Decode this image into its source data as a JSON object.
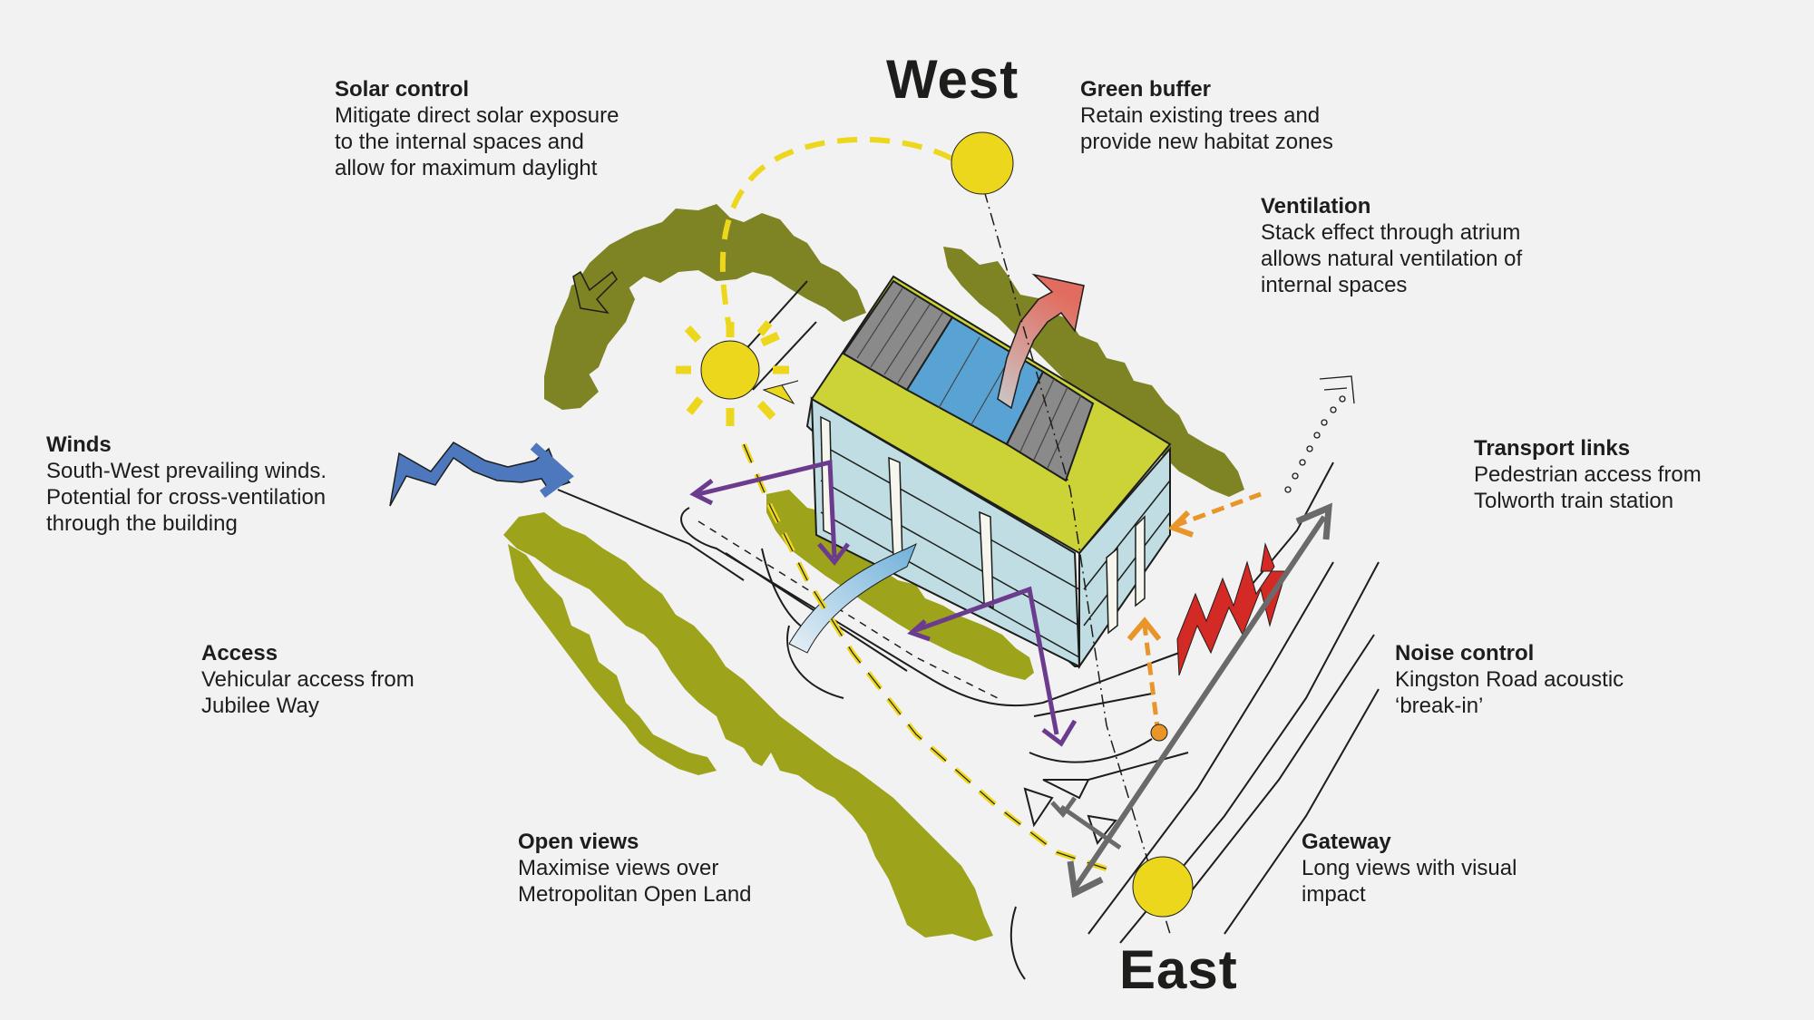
{
  "compass": {
    "west": "West",
    "east": "East"
  },
  "annotations": {
    "solar_control": {
      "title": "Solar control",
      "text": "Mitigate direct solar exposure\nto the internal spaces and\nallow for maximum daylight"
    },
    "green_buffer": {
      "title": "Green buffer",
      "text": "Retain existing trees and\nprovide new habitat zones"
    },
    "ventilation": {
      "title": "Ventilation",
      "text": "Stack effect through atrium\nallows natural ventilation of\ninternal spaces"
    },
    "winds": {
      "title": "Winds",
      "text": "South-West prevailing winds.\nPotential for cross-ventilation\nthrough the building"
    },
    "transport_links": {
      "title": "Transport links",
      "text": "Pedestrian access from\nTolworth train station"
    },
    "access": {
      "title": "Access",
      "text": "Vehicular access from\nJubilee Way"
    },
    "noise_control": {
      "title": "Noise control",
      "text": "Kingston Road acoustic\n‘break-in’"
    },
    "open_views": {
      "title": "Open views",
      "text": "Maximise views over\nMetropolitan Open Land"
    },
    "gateway": {
      "title": "Gateway",
      "text": "Long views with visual\nimpact"
    }
  },
  "colors": {
    "background": "#f2f2f2",
    "dark_green": "#7e8324",
    "light_green": "#9da31a",
    "roof_lime": "#cbd337",
    "glazing": "#bfdde2",
    "atrium_blue": "#58a3d3",
    "sun_yellow": "#edd71c",
    "wind_blue": "#4d78bd",
    "vent_red": "#e26c5f",
    "noise_red": "#d42a26",
    "access_purple": "#6b3c8e",
    "pedestrian_orange": "#e8952a",
    "gateway_grey": "#6a6a6a"
  }
}
